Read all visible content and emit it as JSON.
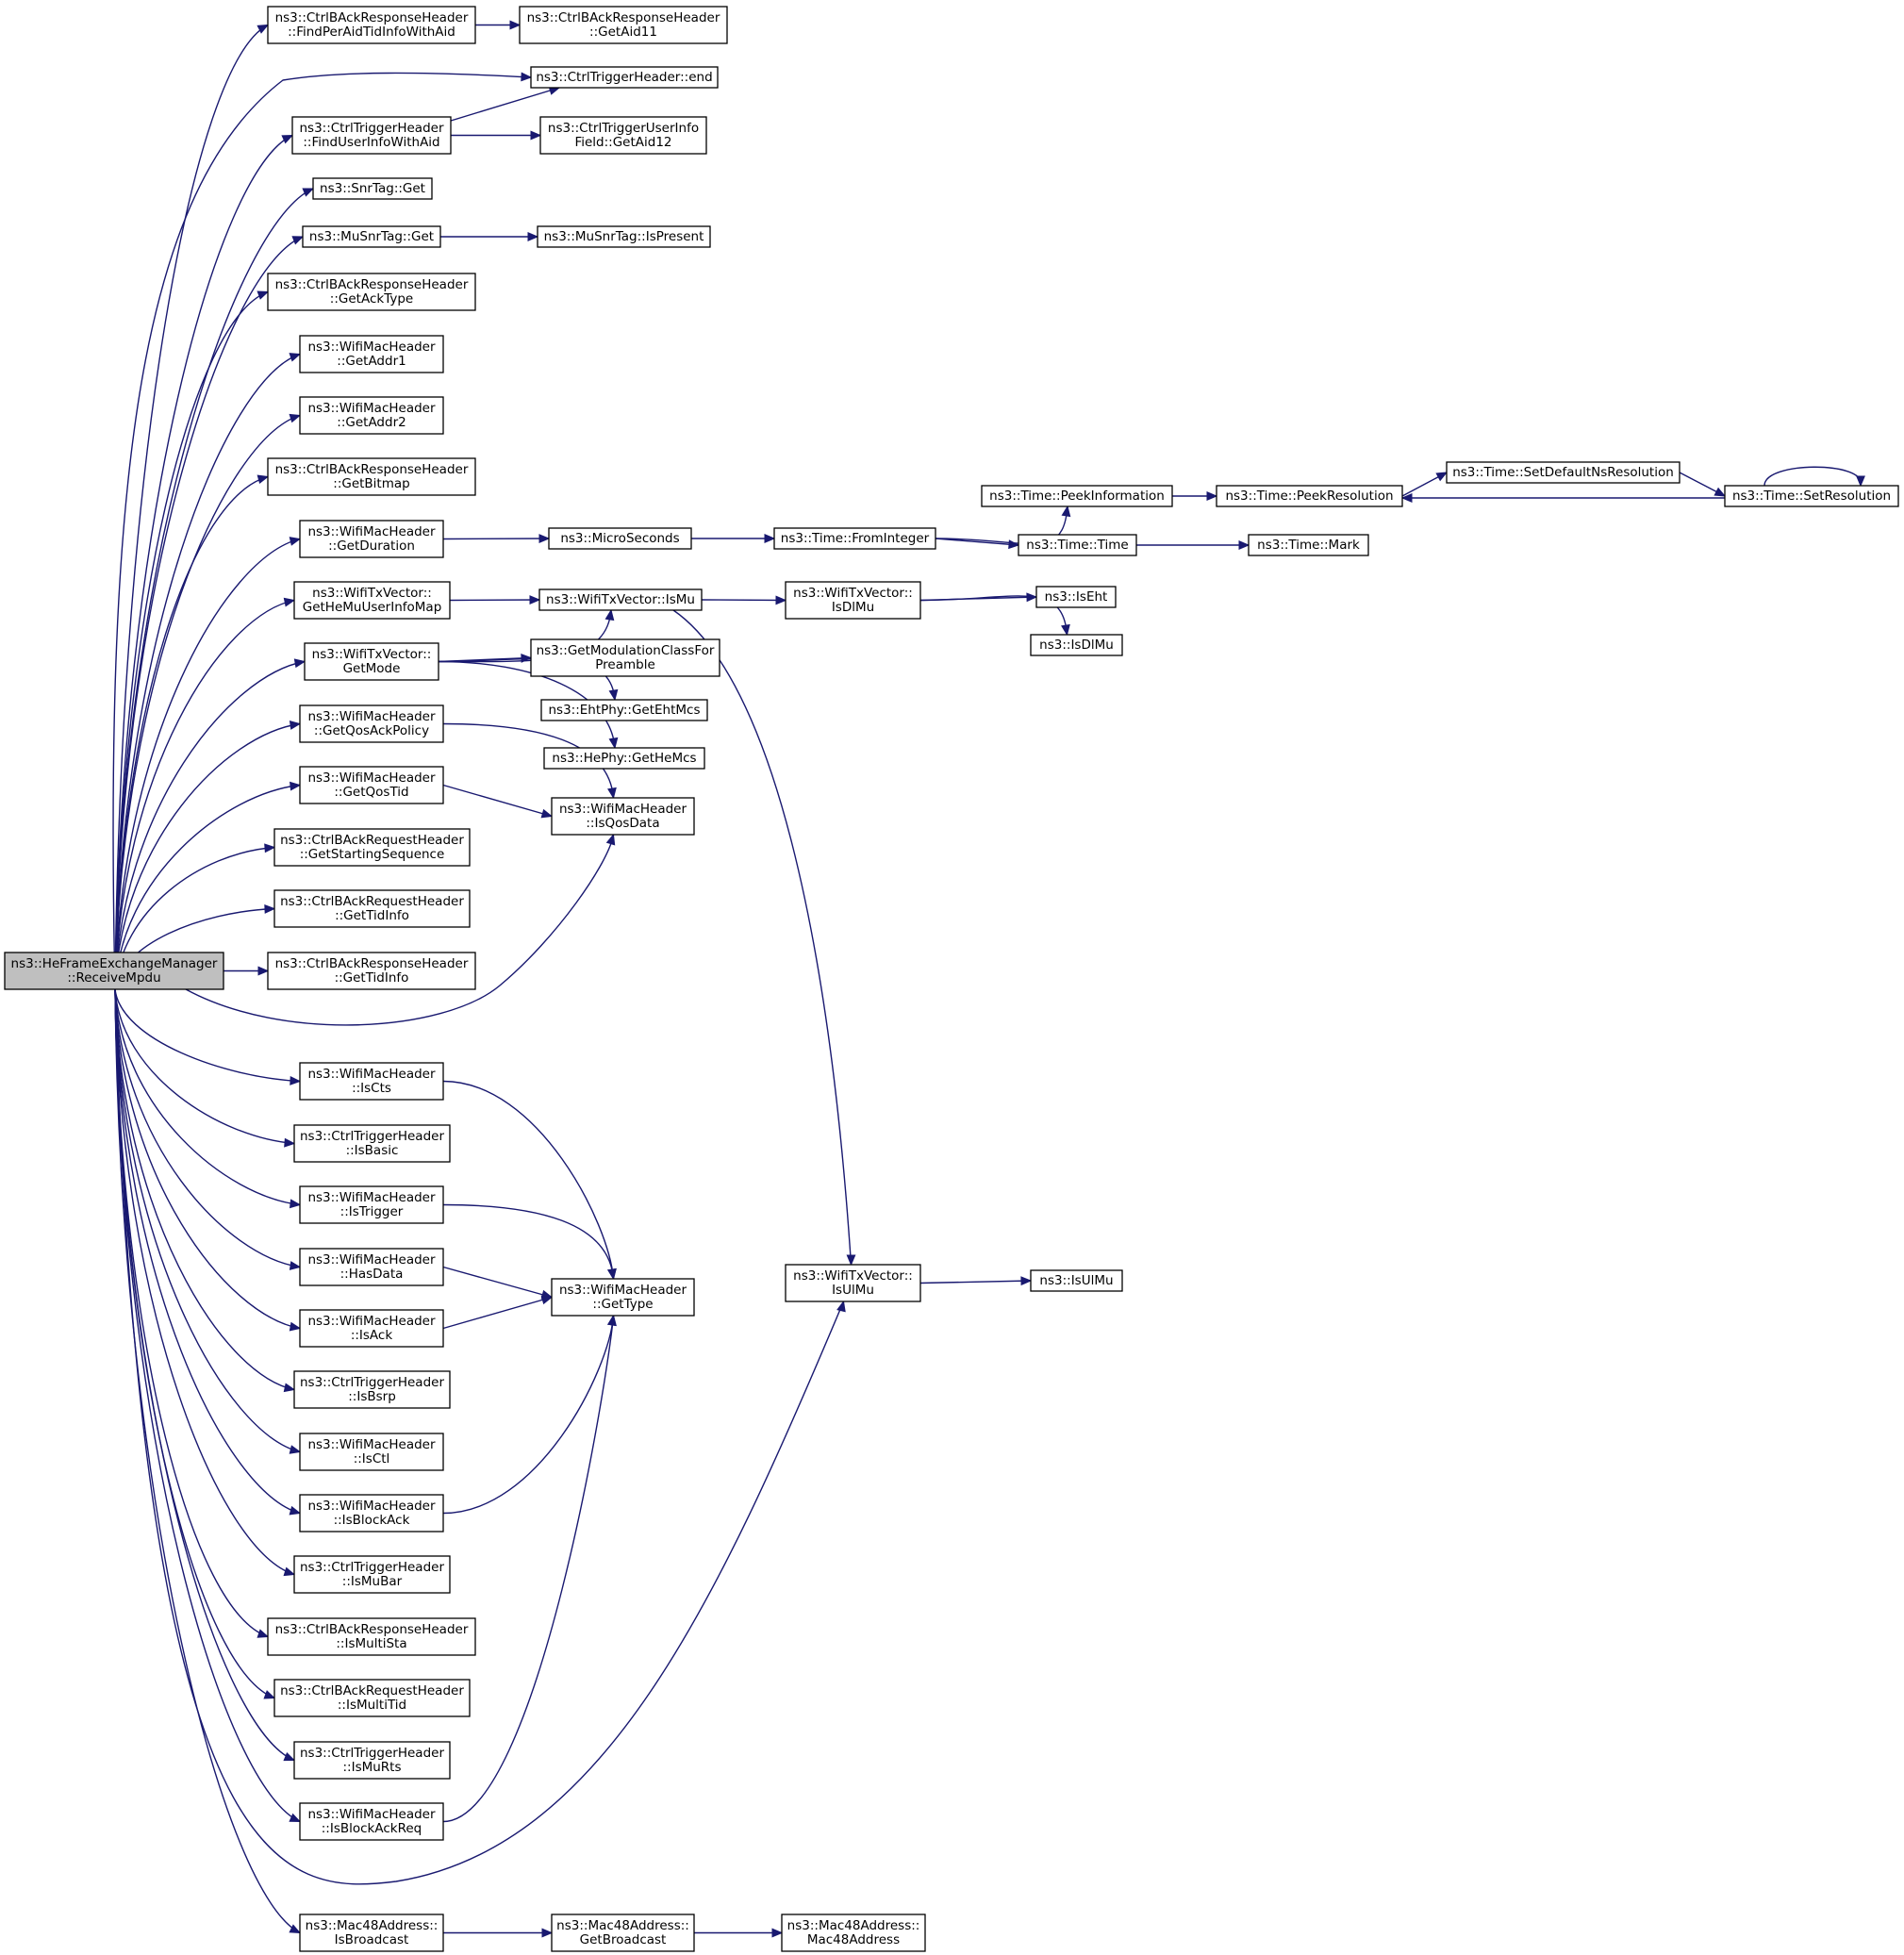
{
  "graph": {
    "root": "n_root",
    "colors": {
      "edge": "#191970",
      "node_fill": "#ffffff",
      "root_fill": "#bfbfbf",
      "border": "#000000"
    },
    "nodes": [
      {
        "id": "n_root",
        "lines": [
          "ns3::HeFrameExchangeManager",
          "::ReceiveMpdu"
        ]
      },
      {
        "id": "n_findPerAid",
        "lines": [
          "ns3::CtrlBAckResponseHeader",
          "::FindPerAidTidInfoWithAid"
        ]
      },
      {
        "id": "n_getAid11",
        "lines": [
          "ns3::CtrlBAckResponseHeader",
          "::GetAid11"
        ]
      },
      {
        "id": "n_triggerEnd",
        "lines": [
          "ns3::CtrlTriggerHeader::end"
        ]
      },
      {
        "id": "n_findUserInfo",
        "lines": [
          "ns3::CtrlTriggerHeader",
          "::FindUserInfoWithAid"
        ]
      },
      {
        "id": "n_getAid12",
        "lines": [
          "ns3::CtrlTriggerUserInfo",
          "Field::GetAid12"
        ]
      },
      {
        "id": "n_snrGet",
        "lines": [
          "ns3::SnrTag::Get"
        ]
      },
      {
        "id": "n_muSnrGet",
        "lines": [
          "ns3::MuSnrTag::Get"
        ]
      },
      {
        "id": "n_muSnrIsPresent",
        "lines": [
          "ns3::MuSnrTag::IsPresent"
        ]
      },
      {
        "id": "n_getAckType",
        "lines": [
          "ns3::CtrlBAckResponseHeader",
          "::GetAckType"
        ]
      },
      {
        "id": "n_getAddr1",
        "lines": [
          "ns3::WifiMacHeader",
          "::GetAddr1"
        ]
      },
      {
        "id": "n_getAddr2",
        "lines": [
          "ns3::WifiMacHeader",
          "::GetAddr2"
        ]
      },
      {
        "id": "n_getBitmap",
        "lines": [
          "ns3::CtrlBAckResponseHeader",
          "::GetBitmap"
        ]
      },
      {
        "id": "n_getDuration",
        "lines": [
          "ns3::WifiMacHeader",
          "::GetDuration"
        ]
      },
      {
        "id": "n_microSeconds",
        "lines": [
          "ns3::MicroSeconds"
        ]
      },
      {
        "id": "n_fromInteger",
        "lines": [
          "ns3::Time::FromInteger"
        ]
      },
      {
        "id": "n_peekInformation",
        "lines": [
          "ns3::Time::PeekInformation"
        ]
      },
      {
        "id": "n_peekResolution",
        "lines": [
          "ns3::Time::PeekResolution"
        ]
      },
      {
        "id": "n_setDefaultNs",
        "lines": [
          "ns3::Time::SetDefaultNsResolution"
        ]
      },
      {
        "id": "n_setResolution",
        "lines": [
          "ns3::Time::SetResolution"
        ]
      },
      {
        "id": "n_timeTime",
        "lines": [
          "ns3::Time::Time"
        ]
      },
      {
        "id": "n_timeMark",
        "lines": [
          "ns3::Time::Mark"
        ]
      },
      {
        "id": "n_getHeMuUserInfoMap",
        "lines": [
          "ns3::WifiTxVector::",
          "GetHeMuUserInfoMap"
        ]
      },
      {
        "id": "n_isMu",
        "lines": [
          "ns3::WifiTxVector::IsMu"
        ]
      },
      {
        "id": "n_isDlMuVec",
        "lines": [
          "ns3::WifiTxVector::",
          "IsDlMu"
        ]
      },
      {
        "id": "n_isEht",
        "lines": [
          "ns3::IsEht"
        ]
      },
      {
        "id": "n_isDlMu",
        "lines": [
          "ns3::IsDlMu"
        ]
      },
      {
        "id": "n_getMode",
        "lines": [
          "ns3::WifiTxVector::",
          "GetMode"
        ]
      },
      {
        "id": "n_getModClass",
        "lines": [
          "ns3::GetModulationClassFor",
          "Preamble"
        ]
      },
      {
        "id": "n_ehtMcs",
        "lines": [
          "ns3::EhtPhy::GetEhtMcs"
        ]
      },
      {
        "id": "n_heMcs",
        "lines": [
          "ns3::HePhy::GetHeMcs"
        ]
      },
      {
        "id": "n_getQosAckPolicy",
        "lines": [
          "ns3::WifiMacHeader",
          "::GetQosAckPolicy"
        ]
      },
      {
        "id": "n_getQosTid",
        "lines": [
          "ns3::WifiMacHeader",
          "::GetQosTid"
        ]
      },
      {
        "id": "n_isQosData",
        "lines": [
          "ns3::WifiMacHeader",
          "::IsQosData"
        ]
      },
      {
        "id": "n_reqStartSeq",
        "lines": [
          "ns3::CtrlBAckRequestHeader",
          "::GetStartingSequence"
        ]
      },
      {
        "id": "n_reqTidInfo",
        "lines": [
          "ns3::CtrlBAckRequestHeader",
          "::GetTidInfo"
        ]
      },
      {
        "id": "n_respTidInfo",
        "lines": [
          "ns3::CtrlBAckResponseHeader",
          "::GetTidInfo"
        ]
      },
      {
        "id": "n_isCts",
        "lines": [
          "ns3::WifiMacHeader",
          "::IsCts"
        ]
      },
      {
        "id": "n_isBasic",
        "lines": [
          "ns3::CtrlTriggerHeader",
          "::IsBasic"
        ]
      },
      {
        "id": "n_isTrigger",
        "lines": [
          "ns3::WifiMacHeader",
          "::IsTrigger"
        ]
      },
      {
        "id": "n_hasData",
        "lines": [
          "ns3::WifiMacHeader",
          "::HasData"
        ]
      },
      {
        "id": "n_getType",
        "lines": [
          "ns3::WifiMacHeader",
          "::GetType"
        ]
      },
      {
        "id": "n_isUlMuVec",
        "lines": [
          "ns3::WifiTxVector::",
          "IsUlMu"
        ]
      },
      {
        "id": "n_isUlMu",
        "lines": [
          "ns3::IsUlMu"
        ]
      },
      {
        "id": "n_isAck",
        "lines": [
          "ns3::WifiMacHeader",
          "::IsAck"
        ]
      },
      {
        "id": "n_isBsrp",
        "lines": [
          "ns3::CtrlTriggerHeader",
          "::IsBsrp"
        ]
      },
      {
        "id": "n_isCtl",
        "lines": [
          "ns3::WifiMacHeader",
          "::IsCtl"
        ]
      },
      {
        "id": "n_isBlockAck",
        "lines": [
          "ns3::WifiMacHeader",
          "::IsBlockAck"
        ]
      },
      {
        "id": "n_isMuBar",
        "lines": [
          "ns3::CtrlTriggerHeader",
          "::IsMuBar"
        ]
      },
      {
        "id": "n_isMultiSta",
        "lines": [
          "ns3::CtrlBAckResponseHeader",
          "::IsMultiSta"
        ]
      },
      {
        "id": "n_isMultiTid",
        "lines": [
          "ns3::CtrlBAckRequestHeader",
          "::IsMultiTid"
        ]
      },
      {
        "id": "n_isMuRts",
        "lines": [
          "ns3::CtrlTriggerHeader",
          "::IsMuRts"
        ]
      },
      {
        "id": "n_isBlockAckReq",
        "lines": [
          "ns3::WifiMacHeader",
          "::IsBlockAckReq"
        ]
      },
      {
        "id": "n_isBroadcast",
        "lines": [
          "ns3::Mac48Address::",
          "IsBroadcast"
        ]
      },
      {
        "id": "n_getBroadcast",
        "lines": [
          "ns3::Mac48Address::",
          "GetBroadcast"
        ]
      },
      {
        "id": "n_mac48Ctor",
        "lines": [
          "ns3::Mac48Address::",
          "Mac48Address"
        ]
      }
    ],
    "edges": [
      [
        "n_root",
        "n_findPerAid"
      ],
      [
        "n_root",
        "n_triggerEnd"
      ],
      [
        "n_root",
        "n_findUserInfo"
      ],
      [
        "n_root",
        "n_snrGet"
      ],
      [
        "n_root",
        "n_muSnrGet"
      ],
      [
        "n_root",
        "n_getAckType"
      ],
      [
        "n_root",
        "n_getAddr1"
      ],
      [
        "n_root",
        "n_getAddr2"
      ],
      [
        "n_root",
        "n_getBitmap"
      ],
      [
        "n_root",
        "n_getDuration"
      ],
      [
        "n_root",
        "n_getHeMuUserInfoMap"
      ],
      [
        "n_root",
        "n_getMode"
      ],
      [
        "n_root",
        "n_getQosAckPolicy"
      ],
      [
        "n_root",
        "n_getQosTid"
      ],
      [
        "n_root",
        "n_reqStartSeq"
      ],
      [
        "n_root",
        "n_reqTidInfo"
      ],
      [
        "n_root",
        "n_respTidInfo"
      ],
      [
        "n_root",
        "n_isQosData"
      ],
      [
        "n_root",
        "n_isCts"
      ],
      [
        "n_root",
        "n_isBasic"
      ],
      [
        "n_root",
        "n_isTrigger"
      ],
      [
        "n_root",
        "n_hasData"
      ],
      [
        "n_root",
        "n_isAck"
      ],
      [
        "n_root",
        "n_isBsrp"
      ],
      [
        "n_root",
        "n_isCtl"
      ],
      [
        "n_root",
        "n_isBlockAck"
      ],
      [
        "n_root",
        "n_isMuBar"
      ],
      [
        "n_root",
        "n_isMultiSta"
      ],
      [
        "n_root",
        "n_isMultiTid"
      ],
      [
        "n_root",
        "n_isMuRts"
      ],
      [
        "n_root",
        "n_isBlockAckReq"
      ],
      [
        "n_root",
        "n_isUlMuVec"
      ],
      [
        "n_root",
        "n_isBroadcast"
      ],
      [
        "n_findPerAid",
        "n_getAid11"
      ],
      [
        "n_findUserInfo",
        "n_triggerEnd"
      ],
      [
        "n_findUserInfo",
        "n_getAid12"
      ],
      [
        "n_muSnrGet",
        "n_muSnrIsPresent"
      ],
      [
        "n_getDuration",
        "n_microSeconds"
      ],
      [
        "n_microSeconds",
        "n_fromInteger"
      ],
      [
        "n_fromInteger",
        "n_peekInformation"
      ],
      [
        "n_fromInteger",
        "n_timeTime"
      ],
      [
        "n_peekInformation",
        "n_peekResolution"
      ],
      [
        "n_peekResolution",
        "n_setDefaultNs"
      ],
      [
        "n_setDefaultNs",
        "n_setResolution"
      ],
      [
        "n_setResolution",
        "n_peekResolution"
      ],
      [
        "n_setResolution",
        "n_setResolution"
      ],
      [
        "n_timeTime",
        "n_timeMark"
      ],
      [
        "n_getHeMuUserInfoMap",
        "n_isMu"
      ],
      [
        "n_isMu",
        "n_isDlMuVec"
      ],
      [
        "n_isMu",
        "n_isUlMuVec"
      ],
      [
        "n_isDlMuVec",
        "n_isEht"
      ],
      [
        "n_isDlMuVec",
        "n_isDlMu"
      ],
      [
        "n_getMode",
        "n_isMu"
      ],
      [
        "n_getMode",
        "n_getModClass"
      ],
      [
        "n_getMode",
        "n_ehtMcs"
      ],
      [
        "n_getMode",
        "n_heMcs"
      ],
      [
        "n_getQosAckPolicy",
        "n_isQosData"
      ],
      [
        "n_getQosTid",
        "n_isQosData"
      ],
      [
        "n_isCts",
        "n_getType"
      ],
      [
        "n_isTrigger",
        "n_getType"
      ],
      [
        "n_hasData",
        "n_getType"
      ],
      [
        "n_isAck",
        "n_getType"
      ],
      [
        "n_isBlockAck",
        "n_getType"
      ],
      [
        "n_isBlockAckReq",
        "n_getType"
      ],
      [
        "n_isUlMuVec",
        "n_isUlMu"
      ],
      [
        "n_isBroadcast",
        "n_getBroadcast"
      ],
      [
        "n_getBroadcast",
        "n_mac48Ctor"
      ]
    ]
  }
}
